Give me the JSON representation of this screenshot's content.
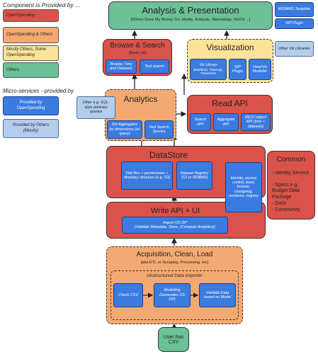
{
  "legend": {
    "component_title": "Component is Provided  by ...",
    "components": [
      {
        "label": "OpenSpending",
        "color": "#d9534a"
      },
      {
        "label": "OpenSpending & Others",
        "color": "#f4a972"
      },
      {
        "label": "Mostly Others, Some OpenSpending",
        "color": "#fbe498"
      },
      {
        "label": "Others",
        "color": "#6cc196"
      }
    ],
    "micro_title": "Micro-services - provided by",
    "micro": [
      {
        "label": "Provided by OpenSpending",
        "color": "#3a7be0"
      },
      {
        "label": "Provided by Others (Mostly)",
        "color": "#b3cdeb"
      }
    ]
  },
  "analysis": {
    "title": "Analysis & Presentation",
    "subtitle": "[Where Does My Money Go, Media, Analysts, Watchdogs, NGOs ...]",
    "wdmmg_template": "WDMMG Template",
    "wp_plugin": "WP Plugin"
  },
  "browse": {
    "title": "Browse & Search",
    "subtitle": "[Basic UI]",
    "items": [
      "Browse Txns and Datasets",
      "Text search"
    ]
  },
  "visualization": {
    "title": "Visualization",
    "other": "Other Viz Libraries",
    "items": [
      {
        "title": "Viz Library",
        "sub": "Bubbltree, Treemap, Timeseries"
      },
      {
        "title": "WP Plugin",
        "sub": ""
      },
      {
        "title": "View/Viz Modeller",
        "sub": ""
      }
    ]
  },
  "analytics": {
    "title": "Analytics",
    "other": "Other e.g. SQL-style arbitrary queries",
    "items": [
      "Std Aggregates by dimensions (w/ query)",
      "Text Search Service"
    ]
  },
  "read_api": {
    "title": "Read API",
    "items": [
      "Search API",
      "Aggregate API",
      "REST-object API (txns + datasets)"
    ]
  },
  "datastore": {
    "title": "DataStore",
    "items": [
      "Flat files + permissions + directory structure (e.g. S3)",
      "Dataset Registry (S3 or RDBMS)"
    ],
    "identity": "Identity, access control, basic browse, changelog, revisions, registry"
  },
  "common": {
    "title": "Common",
    "items": [
      "- Identity Service",
      "- Specs e.g. Budget Data Package",
      "- Docs",
      "- Community"
    ]
  },
  "write_api": {
    "title": "Write API + UI",
    "import": "Import OS DP",
    "import_sub": "[Validate Metadata, Store, (Compute Analytics)]"
  },
  "acquisition": {
    "title": "Acquisition, Clean, Load",
    "subtitle": "[aka ETL or Scraping, Processing, etc]",
    "importer_title": "Unstructured Data  Importer",
    "steps": [
      "Check CSV",
      "Modelling (Generates OS DP)",
      "Validate Data based on Model"
    ]
  },
  "user": {
    "label": "User has CSV"
  }
}
